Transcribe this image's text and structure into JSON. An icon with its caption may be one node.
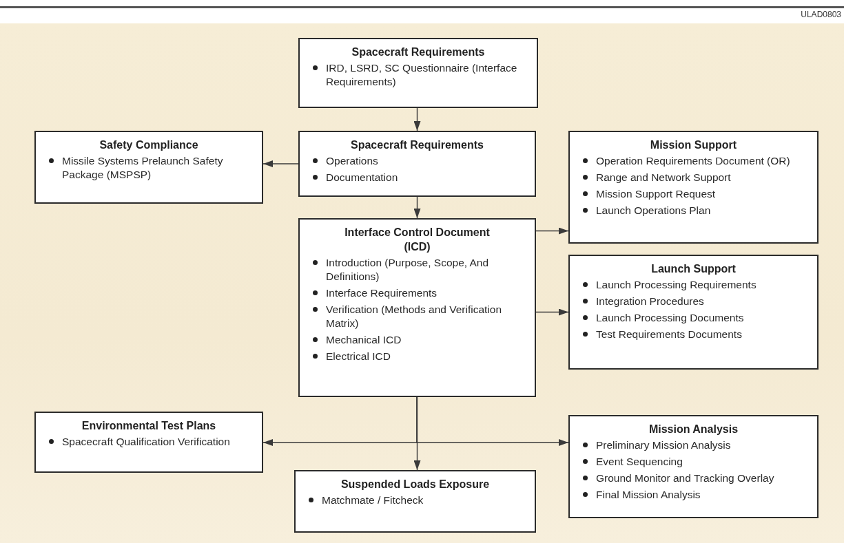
{
  "diagram": {
    "nodes": [
      {
        "text": [
          "Spacecraft Requirements",
          "IRD, LSRD, SC Questionnaire (Interface Requirements)"
        ]
      },
      {
        "text": [
          "Safety Compliance",
          "Missile Systems Prelaunch Safety Package (MSPSP)"
        ]
      },
      {
        "text": [
          "Spacecraft Requirements",
          "Operations",
          "Documentation"
        ]
      },
      {
        "text": [
          "Mission Support",
          "Operation Requirements Document (OR)",
          "Range and Network Support",
          "Mission Support Request",
          "Launch Operations Plan"
        ]
      },
      {
        "text": [
          "Interface Control Document (ICD)",
          "Introduction (Purpose, Scope, And Definitions)",
          "Interface Requirements",
          "Verification (Methods and Verification Matrix)",
          "Mechanical ICD",
          "Electrical ICD"
        ]
      },
      {
        "text": [
          "Launch Support",
          "Launch Processing Requirements",
          "Integration Procedures",
          "Launch Processing Documents",
          "Test Requirements Documents"
        ]
      },
      {
        "text": [
          "Environmental Test Plans",
          "Spacecraft Qualification Verification"
        ]
      },
      {
        "text": [
          "Mission Analysis",
          "Preliminary Mission Analysis",
          "Event Sequencing",
          "Ground Monitor and Tracking Overlay",
          "Final Mission Analysis"
        ]
      },
      {
        "text": [
          "Suspended Loads Exposure",
          "Matchmate / Fitcheck"
        ]
      }
    ],
    "edges": [
      {
        "from": 0,
        "to": 2,
        "arrow": "to"
      },
      {
        "from": 2,
        "to": 1,
        "arrow": "to"
      },
      {
        "from": 2,
        "to": 4,
        "arrow": "to"
      },
      {
        "from": 4,
        "to": 3,
        "arrow": "to"
      },
      {
        "from": 4,
        "to": 5,
        "arrow": "to"
      },
      {
        "from": 4,
        "to": 6,
        "arrow": "to"
      },
      {
        "from": 4,
        "to": 7,
        "arrow": "to"
      },
      {
        "from": 4,
        "to": 8,
        "arrow": "to"
      }
    ],
    "labels": [
      "ULAD0803"
    ]
  }
}
